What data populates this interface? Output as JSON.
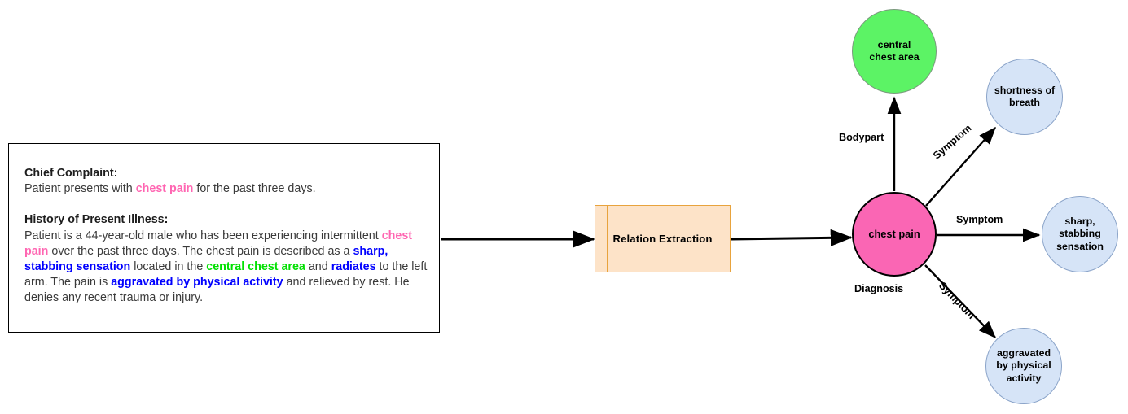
{
  "note": {
    "sections": [
      {
        "heading": "Chief Complaint:",
        "line": "Patient presents with chest pain for the past three days."
      },
      {
        "heading": "History of Present Illness:",
        "line": "Patient is a 44-year-old male who has been experiencing intermittent chest pain over the past three days. The chest pain is described as a sharp, stabbing sensation located in the central chest area and radiates to the left arm. The pain is aggravated by physical activity and relieved by rest. He denies any recent trauma or injury."
      }
    ],
    "text": {
      "cc_heading": "Chief Complaint:",
      "cc_t1": "Patient presents with ",
      "cc_e1": "chest pain",
      "cc_t2": " for the past three days.",
      "hpi_heading": "History of Present Illness:",
      "hpi_t1": "Patient is a 44-year-old male who has been experiencing intermittent ",
      "hpi_e1": "chest pain",
      "hpi_t2": " over the past three days. The chest pain is described as a ",
      "hpi_e2": "sharp, stabbing sensation",
      "hpi_t3": " located in the ",
      "hpi_e3": "central chest area",
      "hpi_t4": " and ",
      "hpi_e4": "radiates",
      "hpi_t5": " to the left arm. The pain is ",
      "hpi_e5": "aggravated by physical activity",
      "hpi_t6": " and relieved by rest. He denies any recent trauma or injury."
    },
    "entity_colors": {
      "problem_pink": "#ff66b2",
      "symptom_blue": "#0000ff",
      "bodypart_green": "#00e000"
    }
  },
  "process": {
    "label": "Relation Extraction",
    "fill": "#fde3c8",
    "stroke": "#e8a33d"
  },
  "graph": {
    "nodes": [
      {
        "id": "hub",
        "label": "chest pain",
        "role": "Diagnosis",
        "fill": "#fa66b4",
        "stroke": "#000000"
      },
      {
        "id": "bodypart",
        "label": "central\nchest area",
        "role": "Bodypart",
        "fill": "#5cf365",
        "stroke": "#7a9a7d"
      },
      {
        "id": "sob",
        "label": "shortness of\nbreath",
        "role": "Symptom",
        "fill": "#d6e4f7",
        "stroke": "#8ba4c9"
      },
      {
        "id": "sharp",
        "label": "sharp,\nstabbing\nsensation",
        "role": "Symptom",
        "fill": "#d6e4f7",
        "stroke": "#8ba4c9"
      },
      {
        "id": "aggravated",
        "label": "aggravated\nby physical\nactivity",
        "role": "Symptom",
        "fill": "#d6e4f7",
        "stroke": "#8ba4c9"
      }
    ],
    "edges": [
      {
        "from": "hub",
        "to": "bodypart",
        "label": "Bodypart"
      },
      {
        "from": "hub",
        "to": "sob",
        "label": "Symptom"
      },
      {
        "from": "hub",
        "to": "sharp",
        "label": "Symptom"
      },
      {
        "from": "hub",
        "to": "aggravated",
        "label": "Symptom"
      }
    ],
    "hub_role_label": "Diagnosis"
  },
  "flow": {
    "arrow_note_to_process": "note-to-extraction",
    "arrow_process_to_graph": "extraction-to-graph"
  }
}
